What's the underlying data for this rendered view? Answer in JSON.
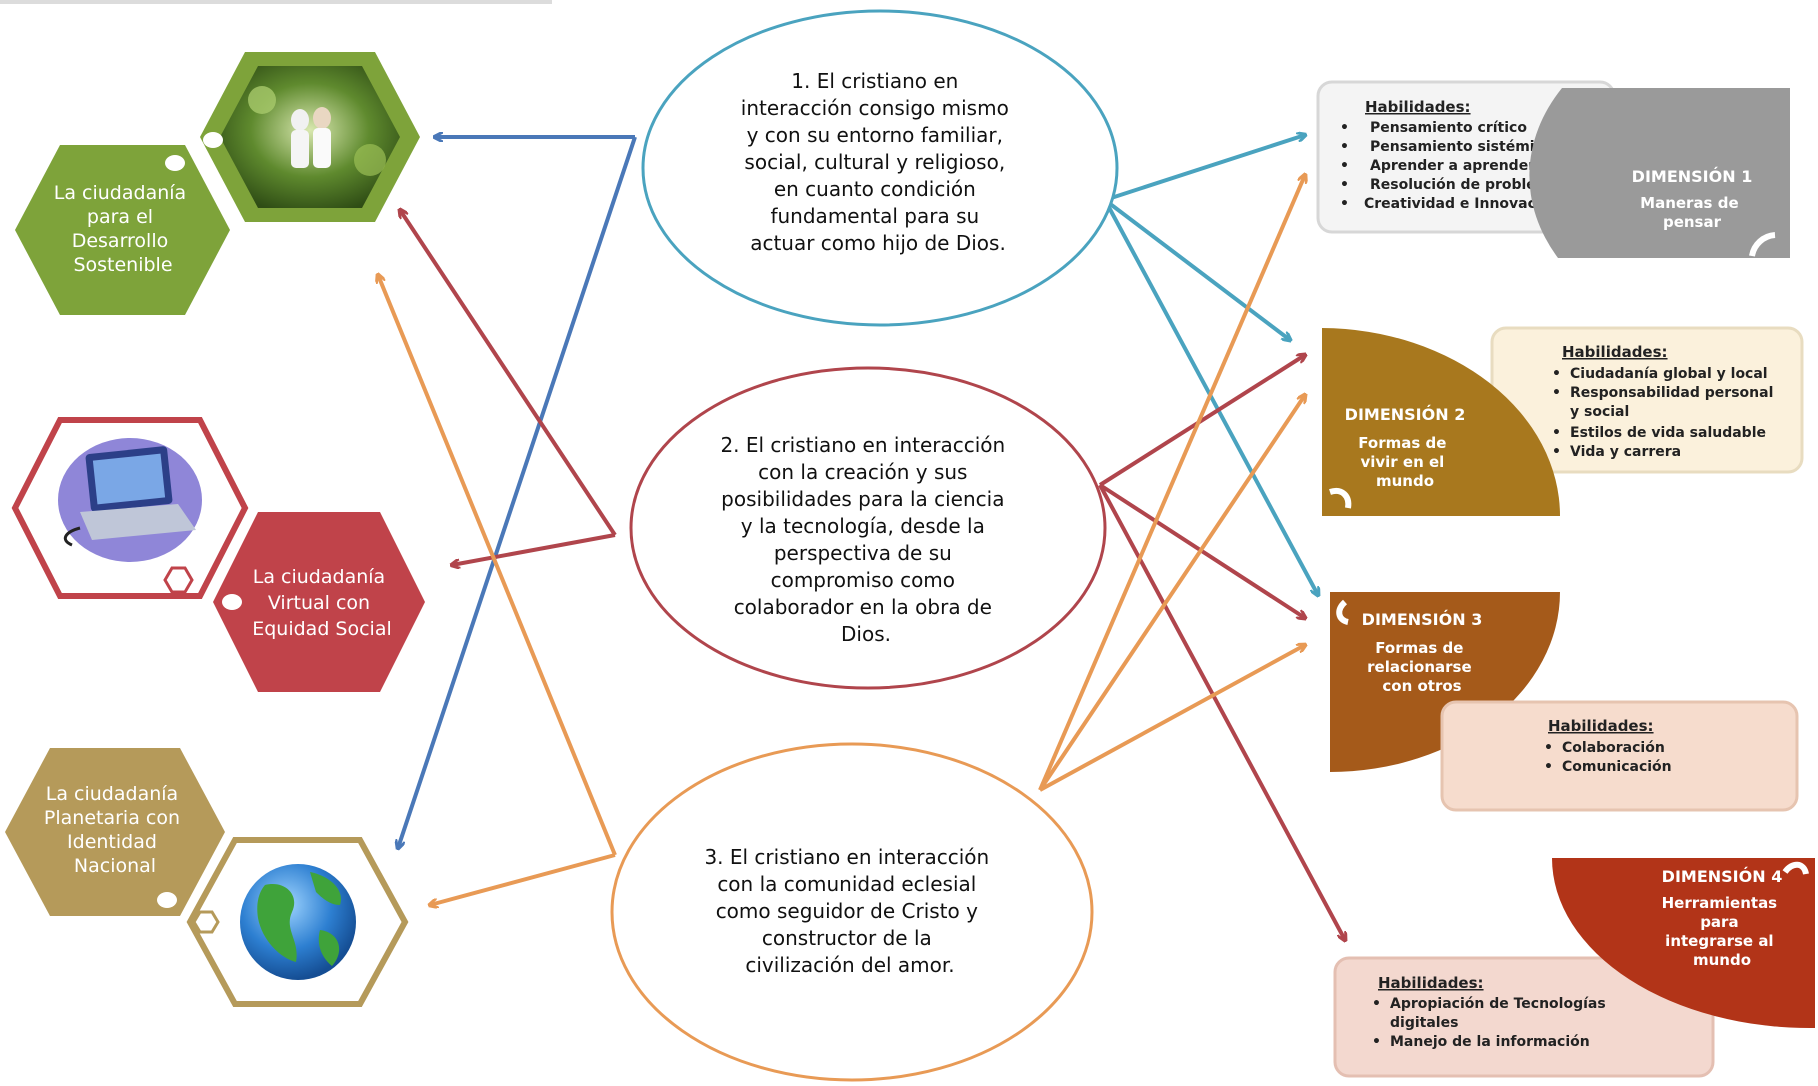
{
  "ciudadanias": [
    {
      "lines": [
        "La ciudadanía",
        "para el",
        "Desarrollo",
        "Sostenible"
      ],
      "color": "#7ea33a",
      "icon": "garden-couple-photo"
    },
    {
      "lines": [
        "La ciudadanía",
        "Virtual con",
        "Equidad Social"
      ],
      "color": "#c0434a",
      "icon": "laptop-icon"
    },
    {
      "lines": [
        "La  ciudadanía",
        "Planetaria con",
        "Identidad",
        "Nacional"
      ],
      "color": "#b59a5a",
      "icon": "globe-icon"
    }
  ],
  "interacciones": [
    {
      "lines": [
        "1. El cristiano en",
        "interacción consigo mismo",
        "y con su entorno familiar,",
        "social, cultural y religioso,",
        "en cuanto condición",
        "fundamental para su",
        "actuar como hijo de Dios."
      ],
      "color": "#4aa3bf"
    },
    {
      "lines": [
        "2. El cristiano en interacción",
        "con la creación y sus",
        "posibilidades para la ciencia",
        "y la tecnología, desde la",
        "perspectiva de su",
        "compromiso como",
        "colaborador en la obra de",
        "Dios."
      ],
      "color": "#b0454c"
    },
    {
      "lines": [
        "3. El cristiano en interacción",
        "con la comunidad eclesial",
        "como seguidor de Cristo y",
        "constructor de la",
        "civilización del amor."
      ],
      "color": "#e89a55"
    }
  ],
  "dimensiones": [
    {
      "title": "DIMENSIÓN 1",
      "sub": [
        "Maneras de",
        "pensar"
      ],
      "color": "#9a9a9a",
      "box_bg": "#f4f4f4",
      "habilidades_title": "Habilidades:",
      "habilidades": [
        "Pensamiento crítico",
        "Pensamiento sistémico",
        "Aprender a aprender",
        "Resolución de problemas",
        "Creatividad e Innovación"
      ]
    },
    {
      "title": "DIMENSIÓN 2",
      "sub": [
        "Formas  de",
        "vivir en el",
        "mundo"
      ],
      "color": "#a8781e",
      "box_bg": "#fbf1dc",
      "habilidades_title": "Habilidades:",
      "habilidades": [
        "Ciudadanía global y local",
        "Responsabilidad personal",
        "y social",
        "Estilos de vida saludable",
        "Vida y carrera"
      ]
    },
    {
      "title": "DIMENSIÓN 3",
      "sub": [
        "Formas de",
        "relacionarse",
        "con otros"
      ],
      "color": "#a55a1a",
      "box_bg": "#f6dccd",
      "habilidades_title": "Habilidades:",
      "habilidades": [
        "Colaboración",
        "Comunicación"
      ]
    },
    {
      "title": "DIMENSIÓN 4",
      "sub": [
        "Herramientas",
        "para",
        "integrarse al",
        "mundo"
      ],
      "color": "#b23418",
      "box_bg": "#f3d8cf",
      "habilidades_title": "Habilidades:",
      "habilidades": [
        "Apropiación de Tecnologías",
        "digitales",
        "Manejo de la información"
      ]
    }
  ],
  "colors": {
    "blue_arrow": "#4a78b8",
    "teal_arrow": "#4aa3bf",
    "red_arrow": "#b0454c",
    "orange_arrow": "#e89a55"
  }
}
